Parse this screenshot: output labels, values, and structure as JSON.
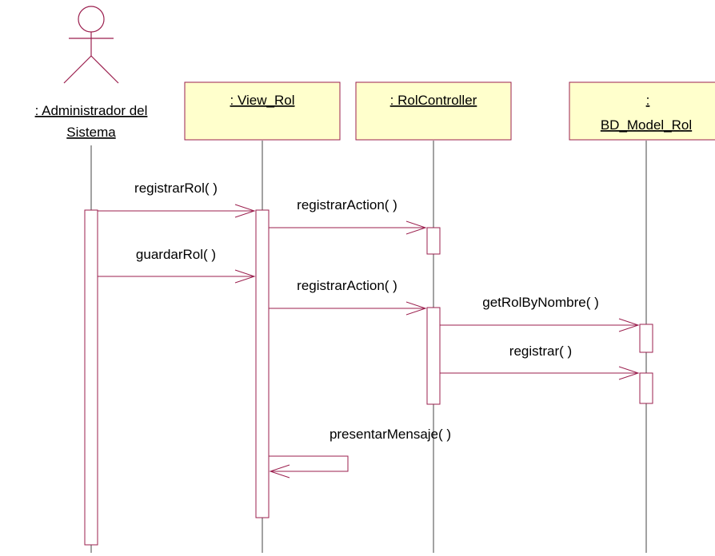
{
  "colors": {
    "line": "#9b1f4e",
    "lifeline": "#444444",
    "box_fill": "#ffffcc",
    "activation_fill": "#ffffff",
    "text": "#000000"
  },
  "actor": {
    "label_line1": ": Administrador del",
    "label_line2": "Sistema",
    "icon": "stick-figure-icon"
  },
  "objects": [
    {
      "id": "view",
      "lines": [
        ": View_Rol"
      ]
    },
    {
      "id": "controller",
      "lines": [
        ": RolController"
      ]
    },
    {
      "id": "model",
      "lines": [
        ":",
        "BD_Model_Rol"
      ]
    }
  ],
  "messages": [
    {
      "id": "registrar-rol",
      "label": "registrarRol( )"
    },
    {
      "id": "registrar-action-1",
      "label": "registrarAction( )"
    },
    {
      "id": "guardar-rol",
      "label": "guardarRol( )"
    },
    {
      "id": "registrar-action-2",
      "label": "registrarAction( )"
    },
    {
      "id": "get-rol-by-nombre",
      "label": "getRolByNombre( )"
    },
    {
      "id": "registrar",
      "label": "registrar( )"
    },
    {
      "id": "presentar-mensaje",
      "label": "presentarMensaje( )"
    }
  ]
}
